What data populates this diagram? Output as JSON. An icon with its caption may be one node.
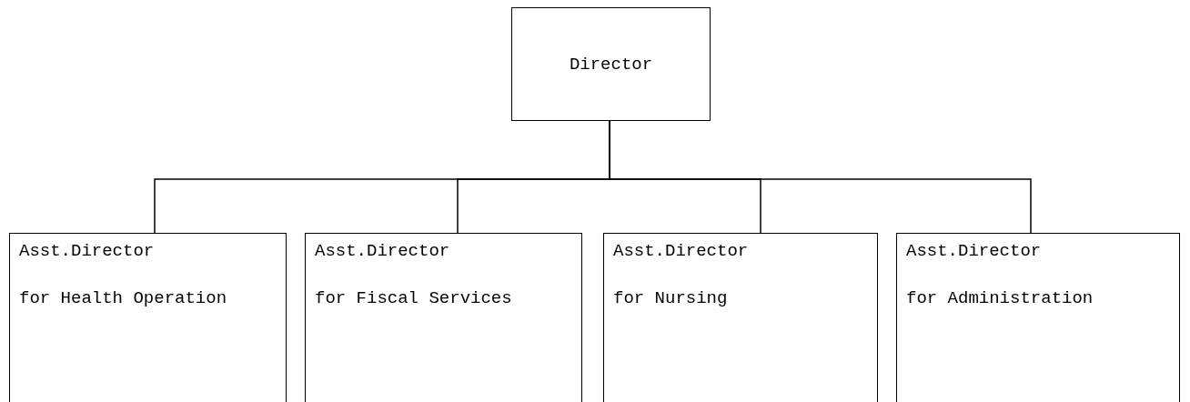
{
  "diagram": {
    "nodes": [
      {
        "text": [
          "Director"
        ]
      },
      {
        "text": [
          "Asst.Director",
          "for Health Operation"
        ]
      },
      {
        "text": [
          "Asst.Director",
          "for Fiscal Services"
        ]
      },
      {
        "text": [
          "Asst.Director",
          "for Nursing"
        ]
      },
      {
        "text": [
          "Asst.Director",
          "for Administration"
        ]
      }
    ],
    "edges": [
      {
        "from": 0,
        "to": 1,
        "arrow": "none"
      },
      {
        "from": 0,
        "to": 2,
        "arrow": "none"
      },
      {
        "from": 0,
        "to": 3,
        "arrow": "none"
      },
      {
        "from": 0,
        "to": 4,
        "arrow": "none"
      }
    ]
  }
}
